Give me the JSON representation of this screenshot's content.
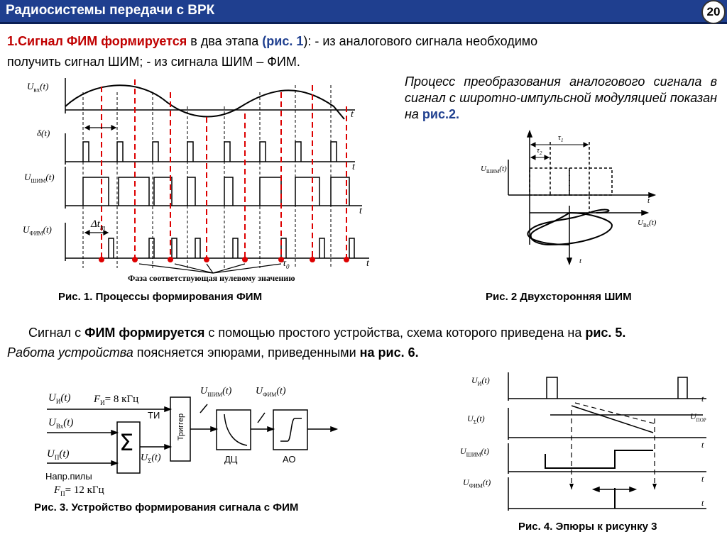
{
  "header": {
    "title": "Радиосистемы передачи с ВРК",
    "slide_number": "20"
  },
  "intro": {
    "lead": "1.Сигнал ФИМ формируется",
    "mid": " в два этапа ",
    "ref": "(рис. 1",
    "close": "):",
    "rest1": " - из аналогового сигнала необходимо",
    "line2": "получить сигнал ШИМ;  - из сигнала ШИМ – ФИМ."
  },
  "process": {
    "text": "Процесс  преобразования  аналогового сигнала  в  сигнал  с  широтно-импульсной модуляцией показан на ",
    "ref": "рис.2."
  },
  "captions": {
    "fig1": "Рис. 1. Процессы формирования  ФИМ",
    "fig2": "Рис. 2 Двухсторонняя ШИМ",
    "fig3": "Рис. 3. Устройство формирования сигнала с ФИМ",
    "fig4": "Рис. 4. Эпюры к рисунку 3"
  },
  "para2": {
    "p1": "Сигнал с ",
    "b1": "ФИМ формируется",
    "p2": " с помощью простого устройства, схема которого приведена на ",
    "b2": "рис. 5.",
    "i1": "Работа устройства",
    "p3": " поясняется эпюрами, приведенными ",
    "b3": "на рис. 6."
  },
  "fig1": {
    "u_in": "U",
    "u_in_sub": "вх",
    "delta": "δ",
    "u_shim": "U",
    "u_shim_sub": "ШИМ",
    "u_fim": "U",
    "u_fim_sub": "ФИМ",
    "t": "t",
    "arg": "(t)",
    "dtm": "Δt",
    "dtm_sub": "m",
    "tau0": "τ",
    "tau0_sub": "0",
    "phase_note": "Фаза соответствующая нулевому значению"
  },
  "fig2": {
    "u_shim": "U",
    "u_shim_sub": "ШИМ",
    "u_vx": "U",
    "u_vx_sub": "Вх",
    "arg": "(t)",
    "t": "t",
    "tau1": "τ",
    "tau1_sub": "1",
    "tau2": "τ",
    "tau2_sub": "2"
  },
  "fig3": {
    "ui": "U",
    "ui_sub": "И",
    "arg": "(t)",
    "fi": "F",
    "fi_sub": "И",
    "fi_val": "= 8 кГц",
    "ti": "ТИ",
    "uvx": "U",
    "uvx_sub": "Вх",
    "up": "U",
    "up_sub": "П",
    "saw": "Напр.пилы",
    "fp": "F",
    "fp_sub": "П",
    "fp_val": "= 12 кГц",
    "sum": "Σ",
    "usum": "U",
    "usum_sub": "Σ",
    "trigger": "Триггер",
    "ushim": "U",
    "ushim_sub": "ШИМ",
    "ufim": "U",
    "ufim_sub": "ФИМ",
    "dc": "ДЦ",
    "ao": "АО"
  },
  "fig4": {
    "ui": "U",
    "ui_sub": "И",
    "usum": "U",
    "usum_sub": "Σ",
    "ushim": "U",
    "ushim_sub": "ШИМ",
    "ufim": "U",
    "ufim_sub": "ФИМ",
    "upor": "U",
    "upor_sub": "ПОР",
    "arg": "(t)",
    "t": "t"
  }
}
